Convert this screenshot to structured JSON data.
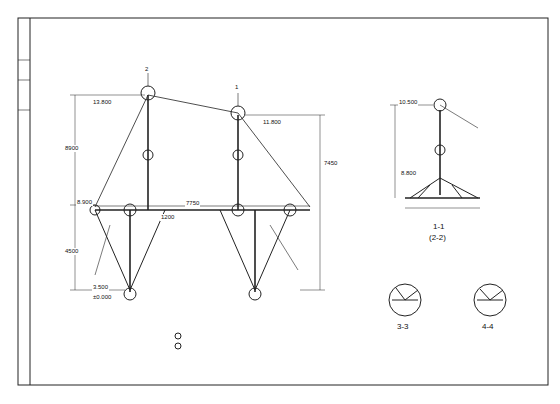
{
  "diagram": {
    "labels": [
      "2",
      "1",
      "13.800",
      "11.800",
      "8900",
      "7450",
      "8.900",
      "7750",
      "1200",
      "4500",
      "3.500",
      "±0.000",
      "1-1",
      "(2-2)",
      "10.500",
      "8.800",
      "3-3",
      "4-4"
    ]
  }
}
